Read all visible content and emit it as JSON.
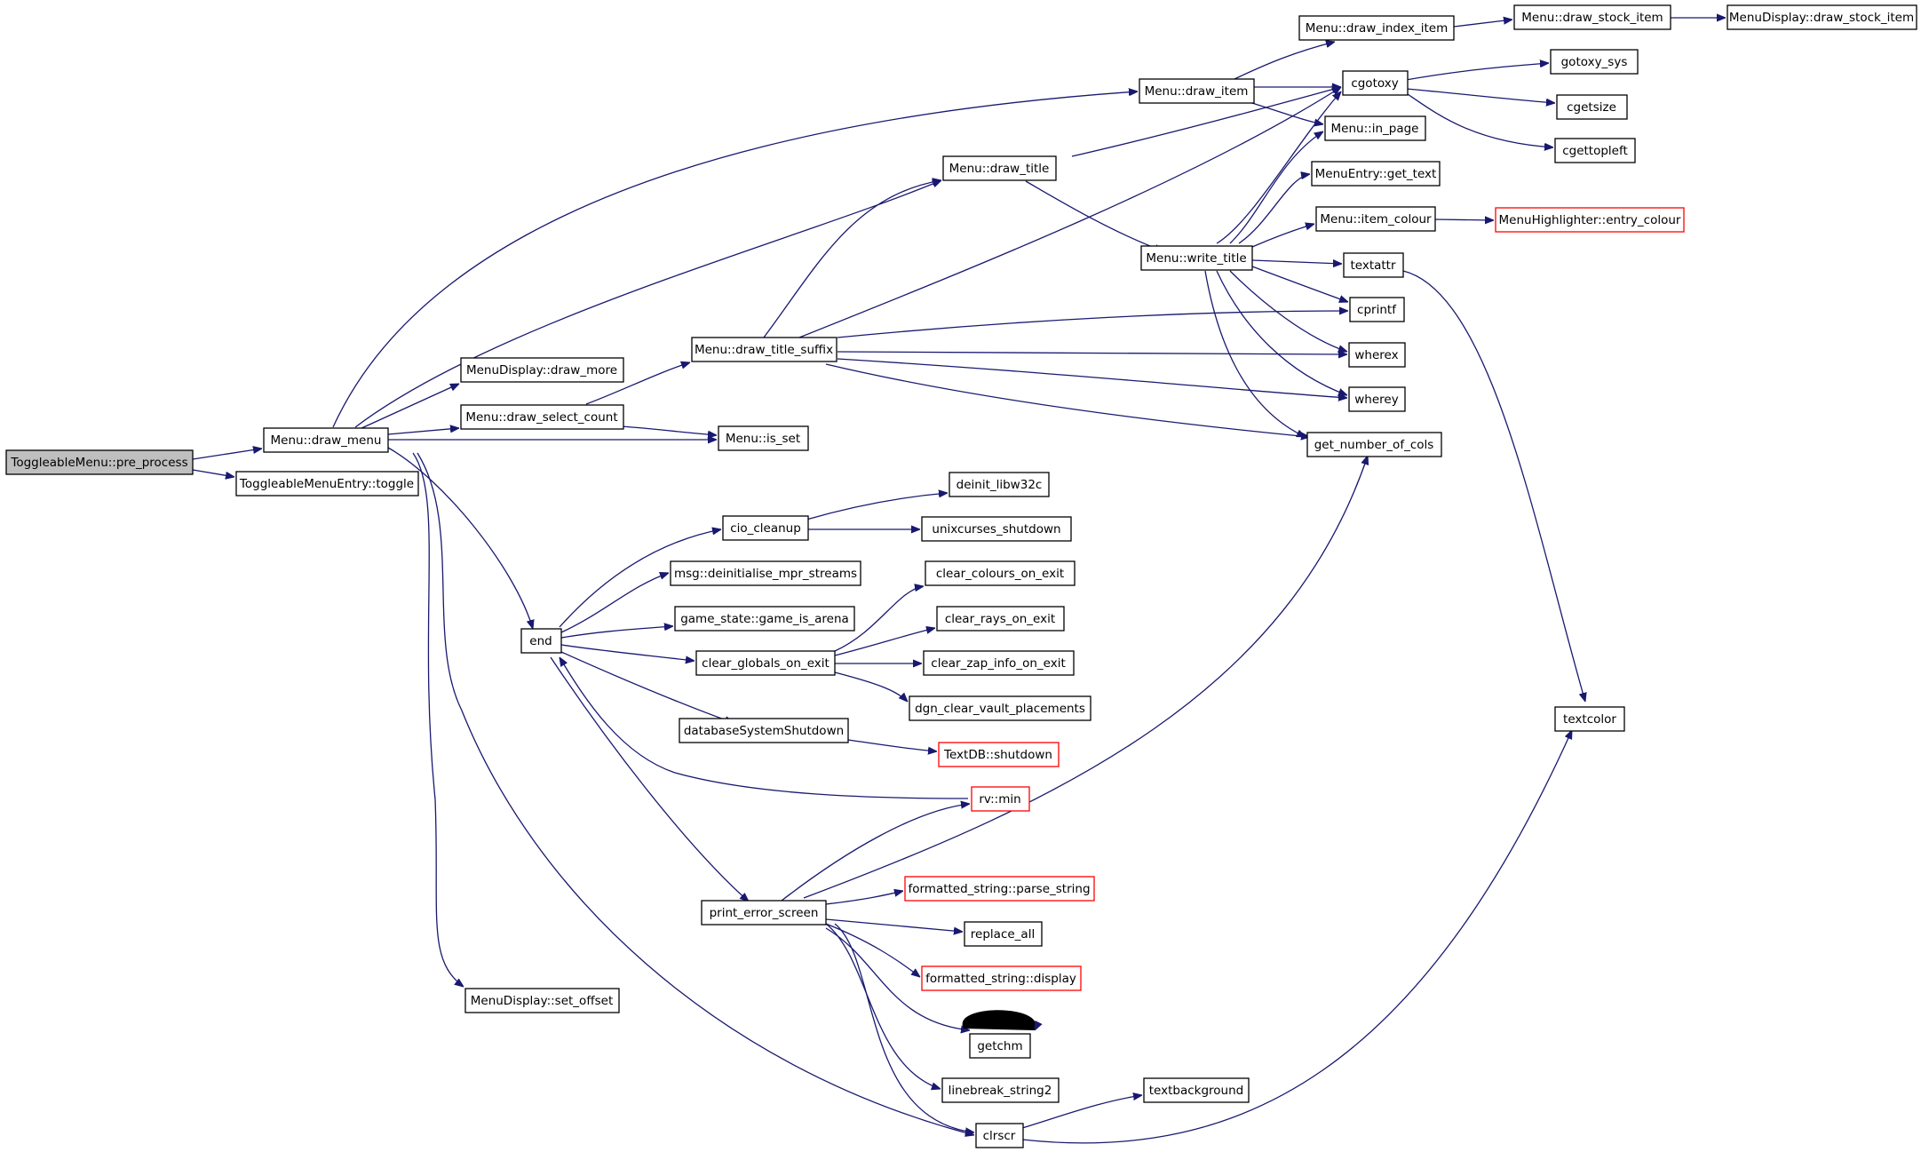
{
  "graph": {
    "kind": "call-graph",
    "colors": {
      "edge": "#191970",
      "root_fill": "#bfbfbf",
      "node_border": "#000000",
      "truncated_border": "#ff0000",
      "node_fill": "#ffffff"
    },
    "nodes": {
      "pre_process": "ToggleableMenu::pre_process",
      "draw_menu": "Menu::draw_menu",
      "toggle": "ToggleableMenuEntry::toggle",
      "draw_more": "MenuDisplay::draw_more",
      "draw_select_count": "Menu::draw_select_count",
      "is_set": "Menu::is_set",
      "draw_title_suffix": "Menu::draw_title_suffix",
      "draw_title": "Menu::draw_title",
      "draw_item": "Menu::draw_item",
      "draw_index_item": "Menu::draw_index_item",
      "draw_stock_item": "Menu::draw_stock_item",
      "md_draw_stock_item": "MenuDisplay::draw_stock_item",
      "cgotoxy": "cgotoxy",
      "gotoxy_sys": "gotoxy_sys",
      "cgetsize": "cgetsize",
      "cgettopleft": "cgettopleft",
      "in_page": "Menu::in_page",
      "get_text": "MenuEntry::get_text",
      "item_colour": "Menu::item_colour",
      "entry_colour": "MenuHighlighter::entry_colour",
      "write_title": "Menu::write_title",
      "textattr": "textattr",
      "cprintf": "cprintf",
      "wherex": "wherex",
      "wherey": "wherey",
      "get_number_of_cols": "get_number_of_cols",
      "end": "end",
      "cio_cleanup": "cio_cleanup",
      "deinit_libw32c": "deinit_libw32c",
      "unixcurses_shutdown": "unixcurses_shutdown",
      "deinit_mpr": "msg::deinitialise_mpr_streams",
      "game_is_arena": "game_state::game_is_arena",
      "clear_globals": "clear_globals_on_exit",
      "clear_colours": "clear_colours_on_exit",
      "clear_rays": "clear_rays_on_exit",
      "clear_zap": "clear_zap_info_on_exit",
      "dgn_clear": "dgn_clear_vault_placements",
      "db_shutdown": "databaseSystemShutdown",
      "textdb_shutdown": "TextDB::shutdown",
      "rv_min": "rv::min",
      "print_error_screen": "print_error_screen",
      "parse_string": "formatted_string::parse_string",
      "replace_all": "replace_all",
      "fs_display": "formatted_string::display",
      "getchm": "getchm",
      "linebreak": "linebreak_string2",
      "clrscr": "clrscr",
      "textbackground": "textbackground",
      "set_offset": "MenuDisplay::set_offset",
      "textcolor": "textcolor"
    }
  }
}
